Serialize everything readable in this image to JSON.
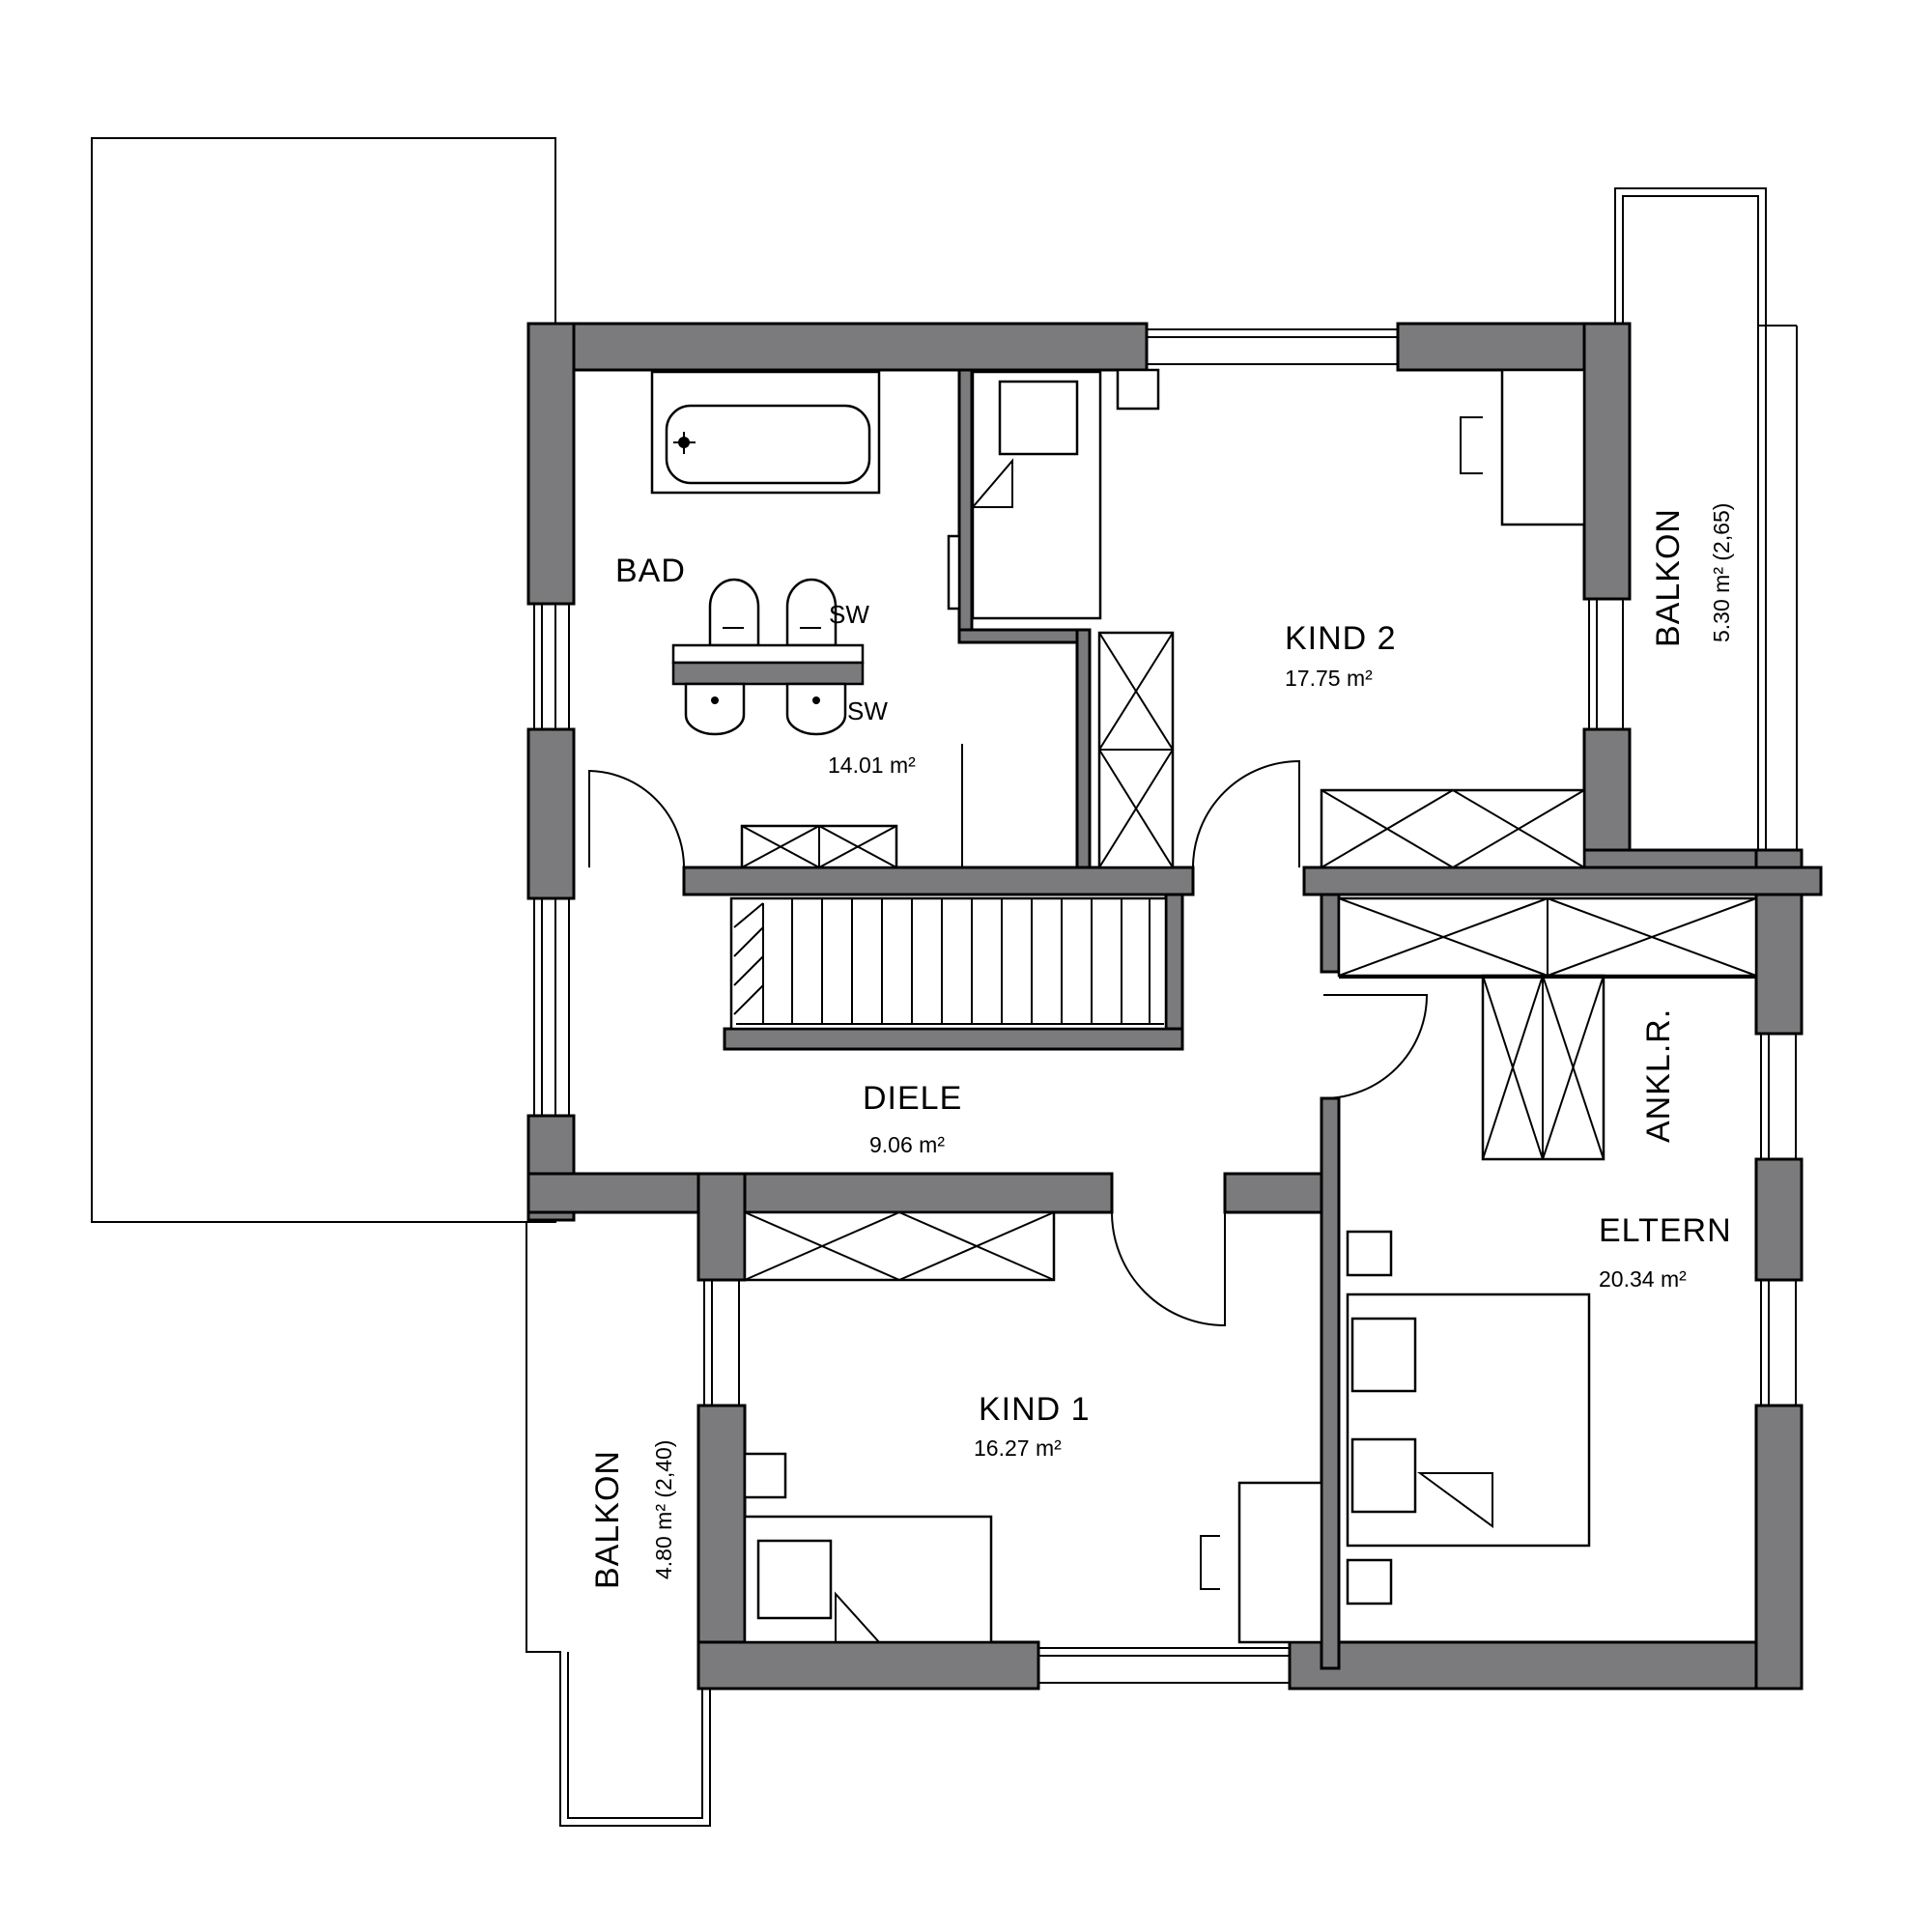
{
  "plan": {
    "rooms": [
      {
        "id": "bad",
        "name": "BAD",
        "area": "14.01 m²"
      },
      {
        "id": "kind2",
        "name": "KIND 2",
        "area": "17.75 m²"
      },
      {
        "id": "diele",
        "name": "DIELE",
        "area": "9.06 m²"
      },
      {
        "id": "kind1",
        "name": "KIND 1",
        "area": "16.27 m²"
      },
      {
        "id": "eltern",
        "name": "ELTERN",
        "area": "20.34 m²"
      },
      {
        "id": "ankl",
        "name": "ANKL.R.",
        "area": ""
      }
    ],
    "balconies": [
      {
        "id": "balkon-east",
        "name": "BALKON",
        "area": "5.30 m² (2,65)"
      },
      {
        "id": "balkon-west",
        "name": "BALKON",
        "area": "4.80 m² (2,40)"
      }
    ],
    "fixtures": {
      "sw_wc": "SW",
      "sw_sink": "SW"
    }
  }
}
